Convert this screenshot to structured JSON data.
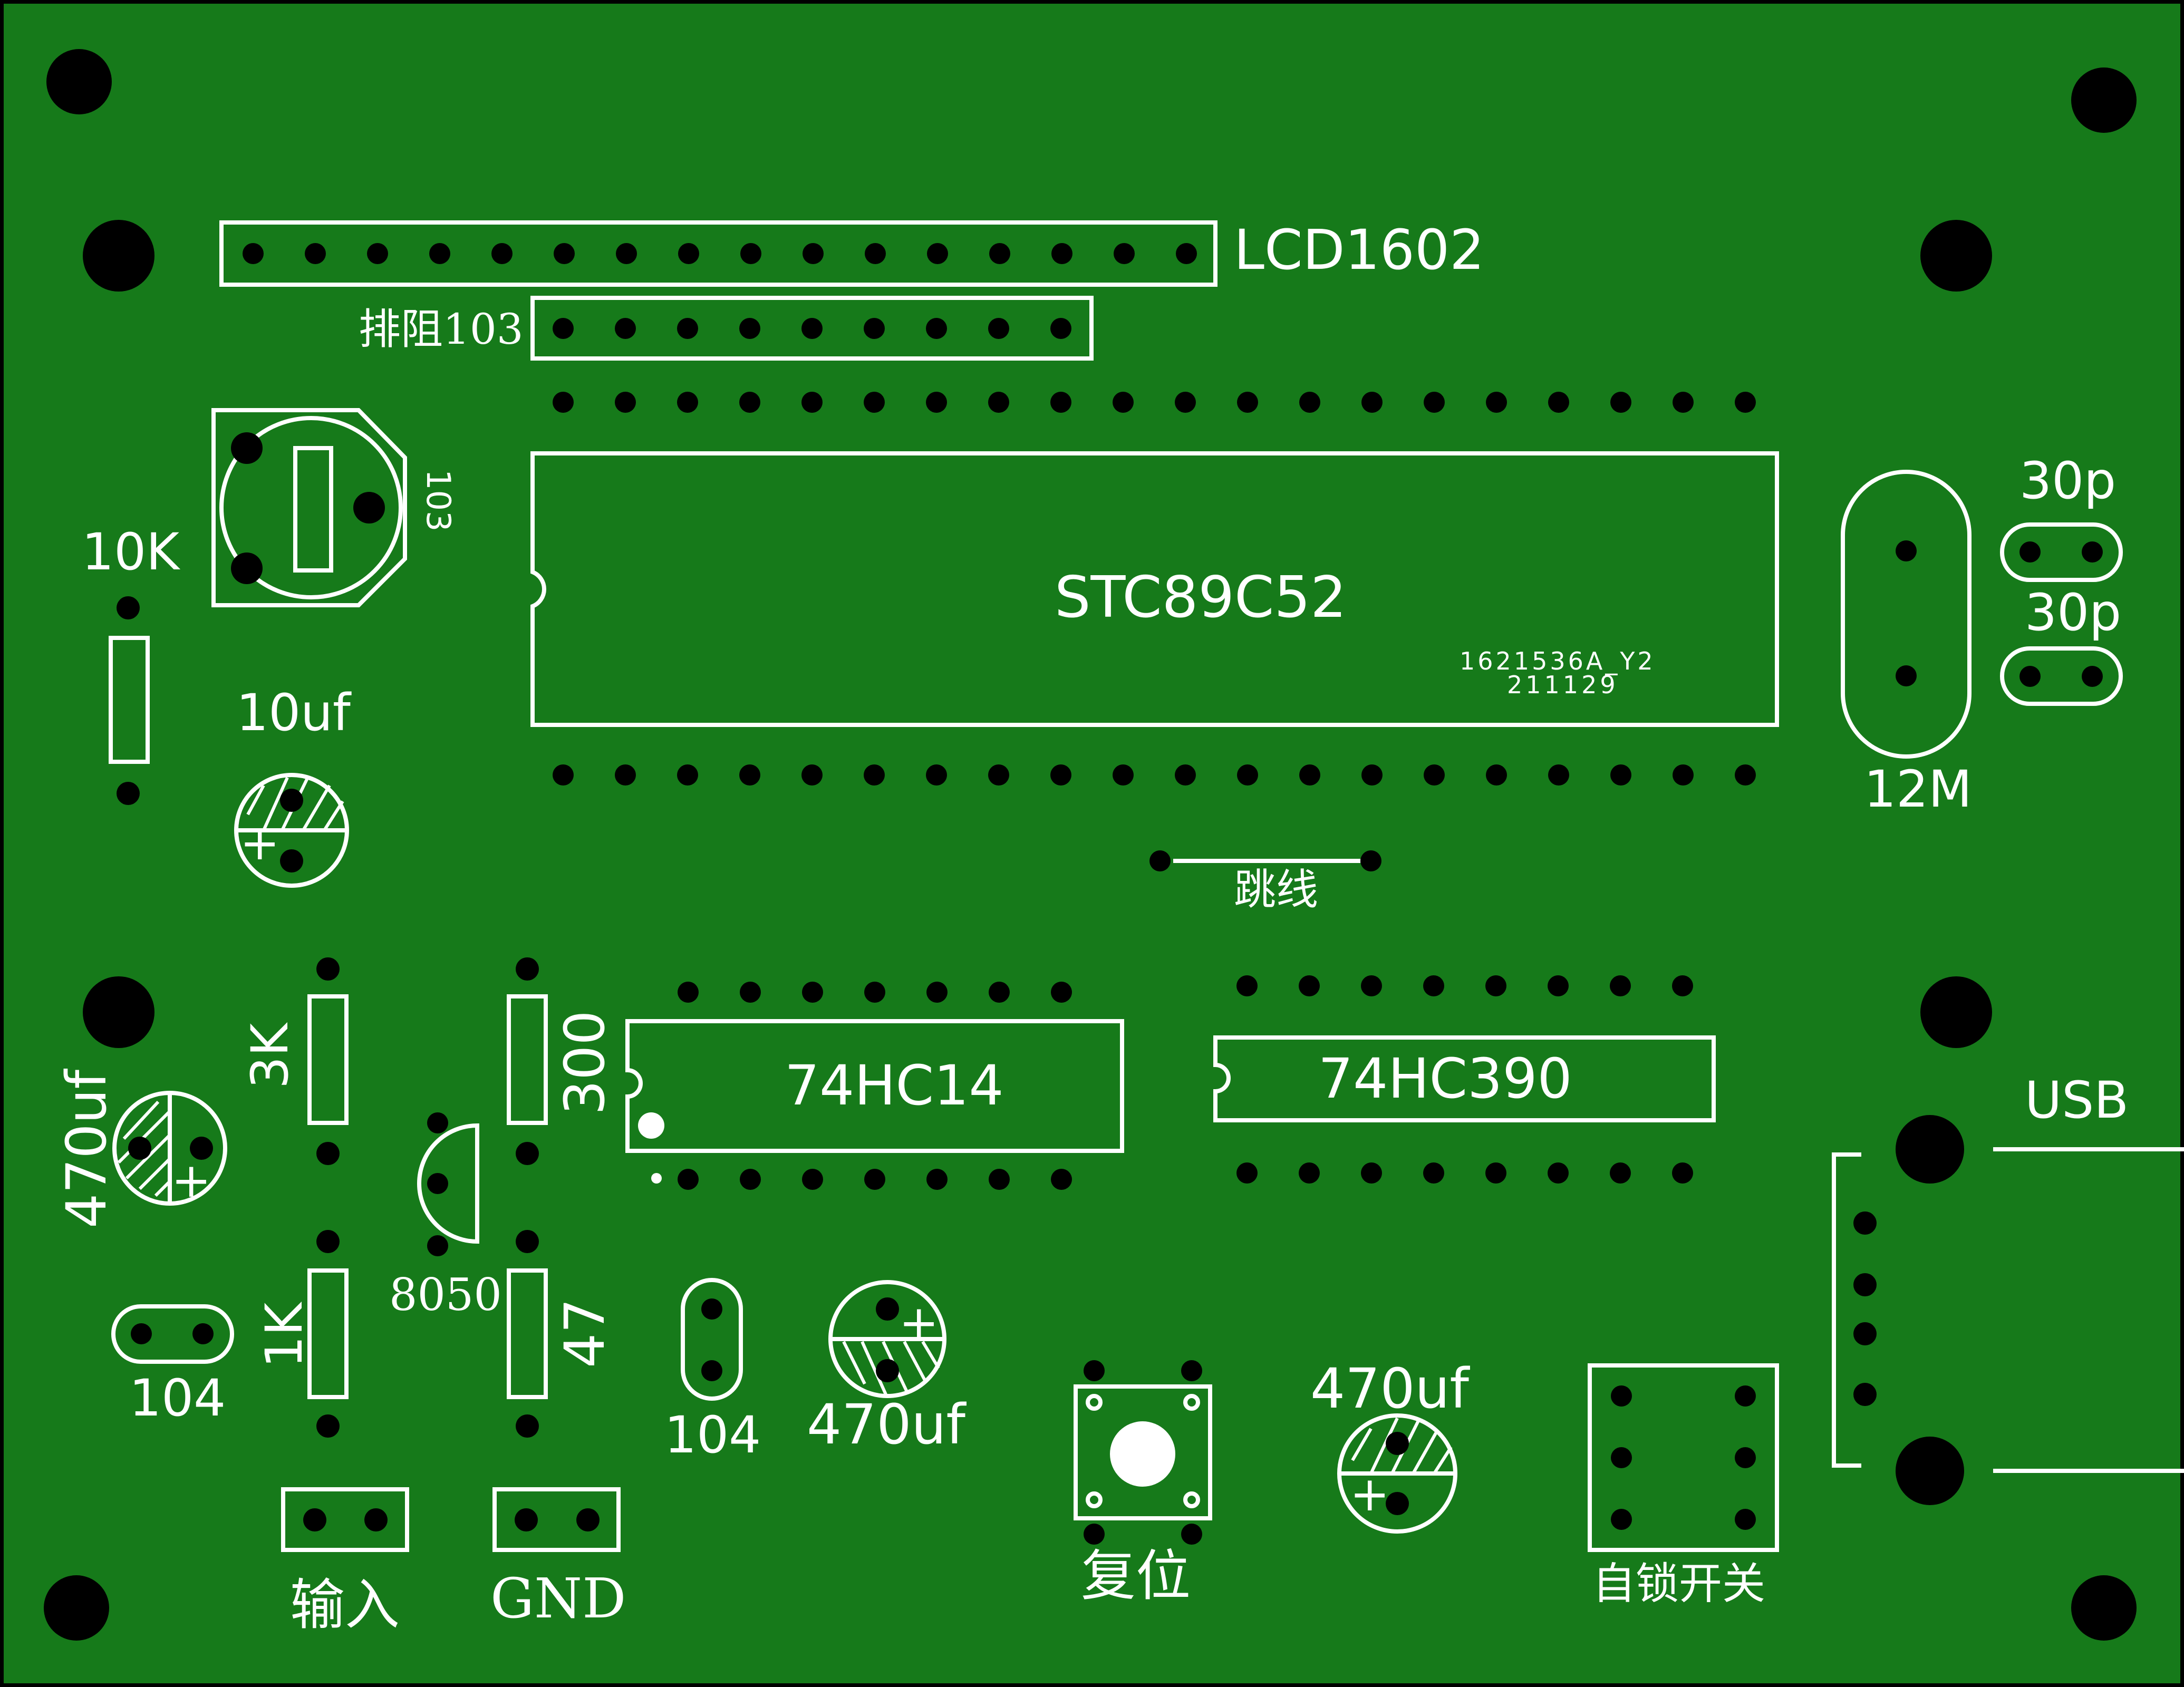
{
  "colors": {
    "board": "#167a1a",
    "silkscreen": "#ffffff",
    "pad": "#000000"
  },
  "labels": {
    "lcd": "LCD1602",
    "resistor_network": "排阻103",
    "pot": "103",
    "r10k": "10K",
    "c10uf": "10uf",
    "mcu": "STC89C52",
    "board_id": "1621536A_Y2",
    "board_date": "211129",
    "cap30p_1": "30p",
    "cap30p_2": "30p",
    "crystal": "12M",
    "jumper": "跳线",
    "r3k": "3K",
    "r300": "300",
    "ic_74hc14": "74HC14",
    "ic_74hc390": "74HC390",
    "usb": "USB",
    "cap470_left": "470uf",
    "transistor": "8050",
    "r1k": "1K",
    "r47": "47",
    "c104_left": "104",
    "c104_mid": "104",
    "cap470_mid": "470uf",
    "cap470_right": "470uf",
    "input": "输入",
    "gnd": "GND",
    "reset": "复位",
    "latch_switch": "自锁开关",
    "plus": "+"
  }
}
